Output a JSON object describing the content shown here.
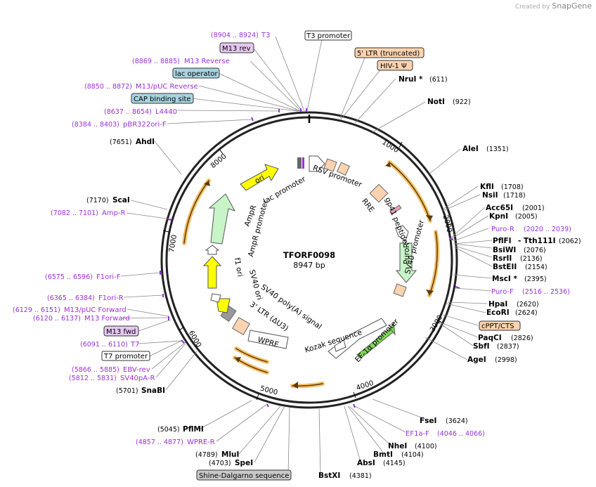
{
  "credit": {
    "prefix": "Created by",
    "brand": "SnapGene"
  },
  "plasmid": {
    "name": "TFORF0098",
    "size": "8947 bp"
  },
  "ticks": [
    "1000",
    "2000",
    "3000",
    "4000",
    "5000",
    "6000",
    "7000",
    "8000"
  ],
  "features_inner": {
    "rsv_promoter": "RSV promoter",
    "lac_promoter": "lac promoter",
    "ori": "ori",
    "rre": "RRE",
    "gp41": "gp41 peptide",
    "ampr": "AmpR",
    "ampr_promoter": "AmpR promoter",
    "f1_ori": "f1 ori",
    "sv40_ori": "SV40 ori",
    "sv40_promoter": "SV40 promoter",
    "puror": "PuroR",
    "sv40_polya": "SV40 poly(A) signal",
    "ltr3": "3' LTR (ΔU3)",
    "wpre": "WPRE",
    "kozak": "Kozak sequence",
    "ef1a": "EF-1α promoter"
  },
  "box_labels": {
    "t3_promoter": "T3 promoter",
    "m13_rev": "M13 rev",
    "ltr5": "5' LTR (truncated)",
    "hiv": "HIV-1 Ψ",
    "lac_operator": "lac operator",
    "cap": "CAP binding site",
    "cppt": "cPPT/CTS",
    "m13_fwd": "M13 fwd",
    "t7_promoter": "T7 promoter",
    "shine": "Shine-Dalgarno sequence"
  },
  "primers": {
    "t3": {
      "range": "(8904 .. 8924)",
      "name": "T3"
    },
    "m13_reverse": {
      "range": "(8869 .. 8885)",
      "name": "M13 Reverse"
    },
    "m13puc_reverse": {
      "range": "(8850 .. 8872)",
      "name": "M13/pUC Reverse"
    },
    "l4440": {
      "range": "(8637 .. 8654)",
      "name": "L4440"
    },
    "pbr322": {
      "range": "(8384 .. 8403)",
      "name": "pBR322ori-F"
    },
    "ampr": {
      "range": "(7082 .. 7101)",
      "name": "Amp-R"
    },
    "f1ori_f": {
      "range": "(6575 .. 6596)",
      "name": "F1ori-F"
    },
    "f1ori_r": {
      "range": "(6365 .. 6384)",
      "name": "F1ori-R"
    },
    "m13puc_forward": {
      "range": "(6129 .. 6151)",
      "name": "M13/pUC Forward"
    },
    "m13_forward": {
      "range": "(6120 .. 6137)",
      "name": "M13 Forward"
    },
    "t7": {
      "range": "(6091 .. 6110)",
      "name": "T7"
    },
    "ebv_rev": {
      "range": "(5866 .. 5885)",
      "name": "EBV-rev"
    },
    "sv40pa_r": {
      "range": "(5812 .. 5831)",
      "name": "SV40pA-R"
    },
    "wpre_r": {
      "range": "(4857 .. 4877)",
      "name": "WPRE-R"
    },
    "puro_r": {
      "name": "Puro-R",
      "range": "(2020 .. 2039)"
    },
    "puro_f": {
      "name": "Puro-F",
      "range": "(2516 .. 2536)"
    },
    "ef1a_f": {
      "name": "EF1a-F",
      "range": "(4046 .. 4066)"
    }
  },
  "enzymes": {
    "nrui": {
      "name": "NruI *",
      "pos": "(611)"
    },
    "noti": {
      "name": "NotI",
      "pos": "(922)"
    },
    "alei": {
      "name": "AleI",
      "pos": "(1351)"
    },
    "kfli": {
      "name": "KflI",
      "pos": "(1708)"
    },
    "nsii": {
      "name": "NsiI",
      "pos": "(1718)"
    },
    "acc65i": {
      "name": "Acc65I",
      "pos": "(2001)"
    },
    "kpni": {
      "name": "KpnI",
      "pos": "(2005)"
    },
    "pflfi": {
      "name": "PflFI",
      "sep": "-",
      "name2": "Tth111I",
      "pos": "(2062)"
    },
    "bsiwi": {
      "name": "BsiWI",
      "pos": "(2076)"
    },
    "rsrii": {
      "name": "RsrII",
      "pos": "(2136)"
    },
    "bsteii": {
      "name": "BstEII",
      "pos": "(2154)"
    },
    "msci": {
      "name": "MscI *",
      "pos": "(2395)"
    },
    "hpai": {
      "name": "HpaI",
      "pos": "(2620)"
    },
    "ecori": {
      "name": "EcoRI",
      "pos": "(2624)"
    },
    "paqci": {
      "name": "PaqCI",
      "pos": "(2826)"
    },
    "sbfi": {
      "name": "SbfI",
      "pos": "(2837)"
    },
    "agei": {
      "name": "AgeI",
      "pos": "(2998)"
    },
    "fsei": {
      "name": "FseI",
      "pos": "(3624)"
    },
    "nhei": {
      "name": "NheI",
      "pos": "(4100)"
    },
    "bmti": {
      "name": "BmtI",
      "pos": "(4104)"
    },
    "absi": {
      "name": "AbsI",
      "pos": "(4145)"
    },
    "bstxi": {
      "name": "BstXI",
      "pos": "(4381)"
    },
    "spei": {
      "name": "SpeI",
      "pos": "(4703)"
    },
    "mlui": {
      "name": "MluI",
      "pos": "(4789)"
    },
    "pflmi": {
      "name": "PflMI",
      "pos": "(5045)"
    },
    "snabi": {
      "name": "SnaBI",
      "pos": "(5701)"
    },
    "scai": {
      "name": "ScaI",
      "pos": "(7170)"
    },
    "ahdi": {
      "name": "AhdI",
      "pos": "(7651)"
    }
  },
  "colors": {
    "primer": "#9b30d9",
    "orange_arrow": "#f5a623",
    "ltr_fill": "#fbd3b0",
    "lac_box": "#a8d4e0",
    "m13rev_box": "#e5c8f0",
    "ampr_fill": "#c8f5c8",
    "ori_fill": "#ffff00",
    "ef1a_fill": "#7ed957"
  }
}
